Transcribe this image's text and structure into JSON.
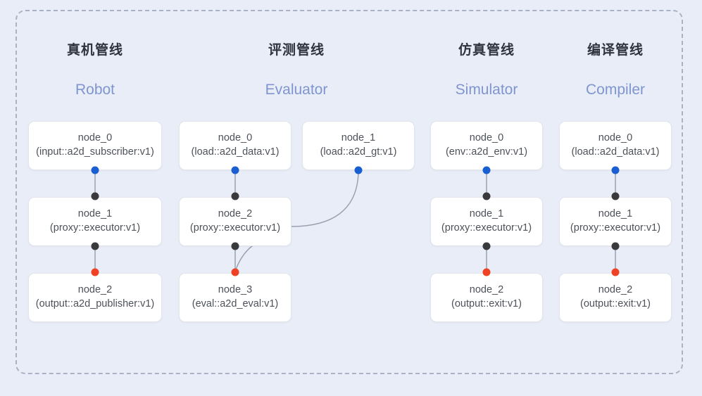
{
  "diagram": {
    "title_present": false,
    "colors": {
      "background": "#e9edf7",
      "frame_border": "#aab3c6",
      "node_bg": "#ffffff",
      "node_border": "#e2e5ec",
      "header_cn": "#2f333d",
      "header_en": "#7f95cf",
      "port_output": "#1a5fd1",
      "port_mid": "#3a3a3c",
      "port_terminal": "#ef4123",
      "edge": "#9aa2b1"
    },
    "columns": [
      {
        "id": "robot",
        "name_cn": "真机管线",
        "name_en": "Robot",
        "nodes": [
          {
            "id": "robot-0",
            "title": "node_0",
            "sub": "(input::a2d_subscriber:v1)"
          },
          {
            "id": "robot-1",
            "title": "node_1",
            "sub": "(proxy::executor:v1)"
          },
          {
            "id": "robot-2",
            "title": "node_2",
            "sub": "(output::a2d_publisher:v1)"
          }
        ]
      },
      {
        "id": "evaluator",
        "name_cn": "评测管线",
        "name_en": "Evaluator",
        "nodes": [
          {
            "id": "eval-0",
            "title": "node_0",
            "sub": "(load::a2d_data:v1)"
          },
          {
            "id": "eval-1",
            "title": "node_1",
            "sub": "(load::a2d_gt:v1)"
          },
          {
            "id": "eval-2",
            "title": "node_2",
            "sub": "(proxy::executor:v1)"
          },
          {
            "id": "eval-3",
            "title": "node_3",
            "sub": "(eval::a2d_eval:v1)"
          }
        ]
      },
      {
        "id": "simulator",
        "name_cn": "仿真管线",
        "name_en": "Simulator",
        "nodes": [
          {
            "id": "sim-0",
            "title": "node_0",
            "sub": "(env::a2d_env:v1)"
          },
          {
            "id": "sim-1",
            "title": "node_1",
            "sub": "(proxy::executor:v1)"
          },
          {
            "id": "sim-2",
            "title": "node_2",
            "sub": "(output::exit:v1)"
          }
        ]
      },
      {
        "id": "compiler",
        "name_cn": "编译管线",
        "name_en": "Compiler",
        "nodes": [
          {
            "id": "comp-0",
            "title": "node_0",
            "sub": "(load::a2d_data:v1)"
          },
          {
            "id": "comp-1",
            "title": "node_1",
            "sub": "(proxy::executor:v1)"
          },
          {
            "id": "comp-2",
            "title": "node_2",
            "sub": "(output::exit:v1)"
          }
        ]
      }
    ]
  }
}
